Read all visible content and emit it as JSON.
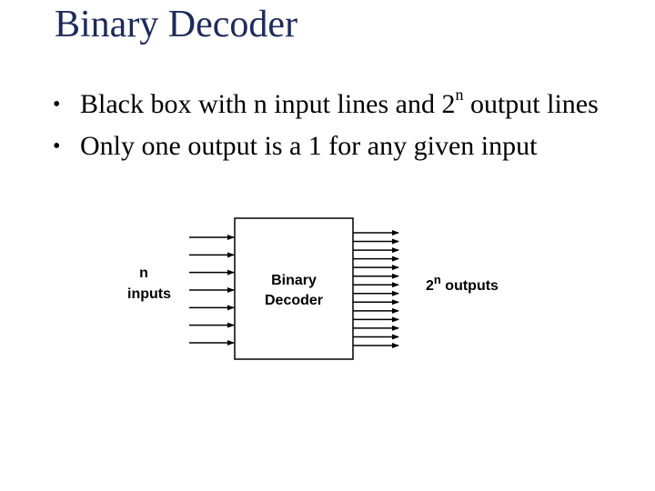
{
  "title": "Binary Decoder",
  "bullets": [
    {
      "text_before": "Black box with n input lines and 2",
      "superscript": "n",
      "text_after": " output lines"
    },
    {
      "text_before": "Only one output is a 1 for any given input",
      "superscript": "",
      "text_after": ""
    }
  ],
  "diagram": {
    "inputs_label_line1": "n",
    "inputs_label_line2": "inputs",
    "box_label_line1": "Binary",
    "box_label_line2": "Decoder",
    "outputs_label_base": "2",
    "outputs_label_sup": "n",
    "outputs_label_rest": " outputs",
    "input_line_count": 7,
    "output_line_count": 14,
    "line_color": "#000000"
  }
}
